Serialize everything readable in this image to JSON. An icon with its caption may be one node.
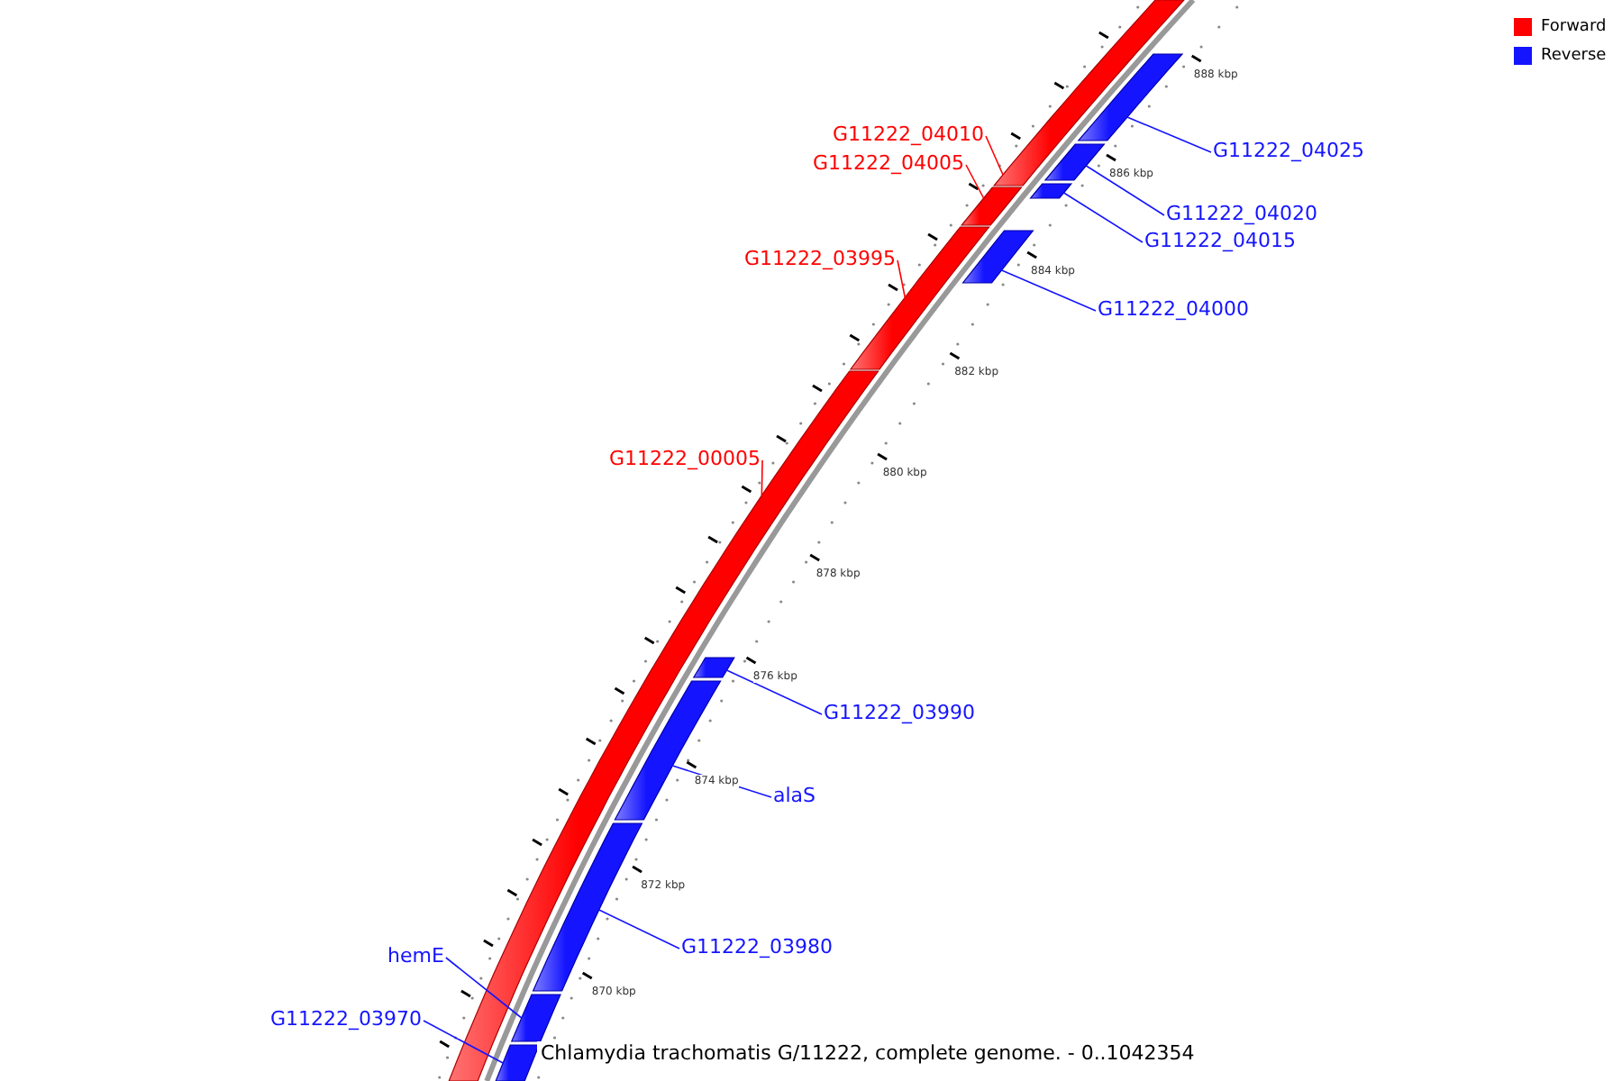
{
  "diagram": {
    "caption": "Chlamydia trachomatis G/11222, complete genome. - 0..1042354",
    "nodes": [
      {
        "text": [
          "G11222_04010"
        ]
      },
      {
        "text": [
          "G11222_04025"
        ]
      },
      {
        "text": [
          "G11222_04005"
        ]
      },
      {
        "text": [
          "G11222_04020"
        ]
      },
      {
        "text": [
          "G11222_04015"
        ]
      },
      {
        "text": [
          "G11222_03995"
        ]
      },
      {
        "text": [
          "G11222_04000"
        ]
      },
      {
        "text": [
          "G11222_00005"
        ]
      },
      {
        "text": [
          "G11222_03990"
        ]
      },
      {
        "text": [
          "alaS"
        ]
      },
      {
        "text": [
          "G11222_03980"
        ]
      },
      {
        "text": [
          "hemE"
        ]
      },
      {
        "text": [
          "G11222_03970"
        ]
      },
      {
        "text": [],
        "shape": "bar"
      },
      {
        "text": [],
        "shape": "bar"
      },
      {
        "text": [],
        "shape": "bar"
      },
      {
        "text": [],
        "shape": "bar"
      },
      {
        "text": [],
        "shape": "bar"
      },
      {
        "text": [],
        "shape": "bar"
      },
      {
        "text": [],
        "shape": "bar"
      },
      {
        "text": [],
        "shape": "bar"
      },
      {
        "text": [],
        "shape": "bar"
      },
      {
        "text": [],
        "shape": "bar"
      },
      {
        "text": [],
        "shape": "bar"
      },
      {
        "text": [],
        "shape": "bar"
      },
      {
        "text": [],
        "shape": "bar"
      }
    ],
    "edges": [
      {
        "from": 0,
        "to": 13,
        "arrow": "none",
        "color": "#ff0000"
      },
      {
        "from": 1,
        "to": 14,
        "arrow": "none"
      },
      {
        "from": 2,
        "to": 15,
        "arrow": "none",
        "color": "#ff0000"
      },
      {
        "from": 3,
        "to": 16,
        "arrow": "none"
      },
      {
        "from": 4,
        "to": 17,
        "arrow": "none"
      },
      {
        "from": 5,
        "to": 18,
        "arrow": "none",
        "color": "#ff0000"
      },
      {
        "from": 6,
        "to": 19,
        "arrow": "none"
      },
      {
        "from": 7,
        "to": 20,
        "arrow": "none",
        "color": "#ff0000"
      },
      {
        "from": 8,
        "to": 21,
        "arrow": "none"
      },
      {
        "from": 9,
        "to": 22,
        "arrow": "none"
      },
      {
        "from": 10,
        "to": 23,
        "arrow": "none"
      },
      {
        "from": 11,
        "to": 24,
        "arrow": "none"
      },
      {
        "from": 12,
        "to": 25,
        "arrow": "none"
      }
    ],
    "labels": [
      "888 kbp",
      "886 kbp",
      "884 kbp",
      "882 kbp",
      "880 kbp",
      "878 kbp",
      "876 kbp",
      "874 kbp",
      "872 kbp",
      "870 kbp"
    ],
    "legend": [
      {
        "text": "Forward",
        "color": "#ff0000"
      },
      {
        "text": "Reverse",
        "color": "#1414ff"
      }
    ]
  }
}
